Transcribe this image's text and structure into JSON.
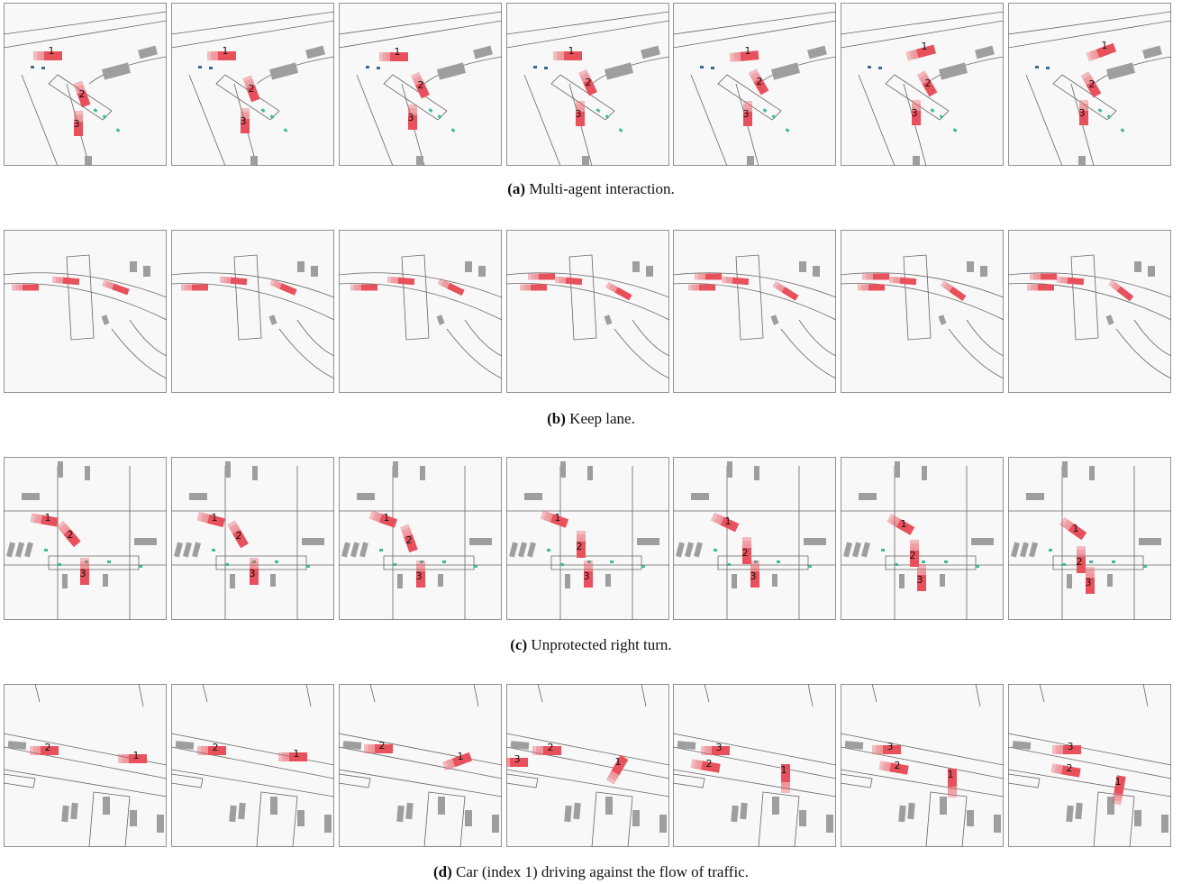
{
  "captions": [
    {
      "tag": "(a)",
      "text": "Multi-agent interaction."
    },
    {
      "tag": "(b)",
      "text": "Keep lane."
    },
    {
      "tag": "(c)",
      "text": "Unprotected right turn."
    },
    {
      "tag": "(d)",
      "text": "Car (index 1) driving against the flow of traffic."
    }
  ],
  "rows": [
    {
      "id": "a",
      "frames": [
        {
          "agents": [
            {
              "label": "1"
            },
            {
              "label": "2"
            },
            {
              "label": "3"
            }
          ]
        },
        {
          "agents": [
            {
              "label": "1"
            },
            {
              "label": "2"
            },
            {
              "label": "3"
            }
          ]
        },
        {
          "agents": [
            {
              "label": "1"
            },
            {
              "label": "2"
            },
            {
              "label": "3"
            }
          ]
        },
        {
          "agents": [
            {
              "label": "1"
            },
            {
              "label": "2"
            },
            {
              "label": "3"
            }
          ]
        },
        {
          "agents": [
            {
              "label": "1"
            },
            {
              "label": "2"
            },
            {
              "label": "3"
            }
          ]
        },
        {
          "agents": [
            {
              "label": "1"
            },
            {
              "label": "2"
            },
            {
              "label": "3"
            }
          ]
        },
        {
          "agents": [
            {
              "label": "1"
            },
            {
              "label": "2"
            },
            {
              "label": "3"
            }
          ]
        }
      ]
    },
    {
      "id": "b",
      "frames": [
        {
          "agents": []
        },
        {
          "agents": []
        },
        {
          "agents": []
        },
        {
          "agents": []
        },
        {
          "agents": []
        },
        {
          "agents": []
        },
        {
          "agents": []
        }
      ]
    },
    {
      "id": "c",
      "frames": [
        {
          "agents": [
            {
              "label": "1"
            },
            {
              "label": "2"
            },
            {
              "label": "3"
            }
          ]
        },
        {
          "agents": [
            {
              "label": "1"
            },
            {
              "label": "2"
            },
            {
              "label": "3"
            }
          ]
        },
        {
          "agents": [
            {
              "label": "1"
            },
            {
              "label": "2"
            },
            {
              "label": "3"
            }
          ]
        },
        {
          "agents": [
            {
              "label": "1"
            },
            {
              "label": "2"
            },
            {
              "label": "3"
            }
          ]
        },
        {
          "agents": [
            {
              "label": "1"
            },
            {
              "label": "2"
            },
            {
              "label": "3"
            }
          ]
        },
        {
          "agents": [
            {
              "label": "1"
            },
            {
              "label": "2"
            },
            {
              "label": "3"
            }
          ]
        },
        {
          "agents": [
            {
              "label": "1"
            },
            {
              "label": "2"
            },
            {
              "label": "3"
            }
          ]
        }
      ]
    },
    {
      "id": "d",
      "frames": [
        {
          "agents": [
            {
              "label": "2"
            },
            {
              "label": "1"
            }
          ]
        },
        {
          "agents": [
            {
              "label": "2"
            },
            {
              "label": "1"
            }
          ]
        },
        {
          "agents": [
            {
              "label": "2"
            },
            {
              "label": "1"
            }
          ]
        },
        {
          "agents": [
            {
              "label": "3"
            },
            {
              "label": "2"
            },
            {
              "label": "1"
            }
          ]
        },
        {
          "agents": [
            {
              "label": "2"
            },
            {
              "label": "3"
            },
            {
              "label": "1"
            }
          ]
        },
        {
          "agents": [
            {
              "label": "2"
            },
            {
              "label": "3"
            },
            {
              "label": "1"
            }
          ]
        },
        {
          "agents": [
            {
              "label": "2"
            },
            {
              "label": "3"
            },
            {
              "label": "1"
            }
          ]
        }
      ]
    }
  ],
  "colors": {
    "ego": "#e8505b",
    "obstacle": "#9e9e9e",
    "pedestrian": "#3fb8a0",
    "other": "#3a6a95"
  }
}
